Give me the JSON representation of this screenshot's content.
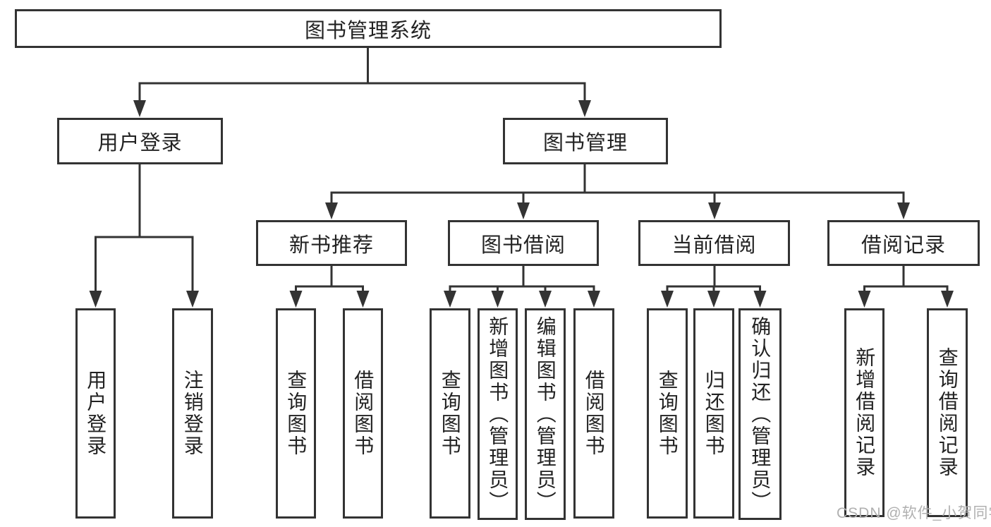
{
  "tree": {
    "root": "图书管理系统",
    "branches": [
      {
        "label": "用户登录",
        "children": [
          {
            "label": "用户登录"
          },
          {
            "label": "注销登录"
          }
        ]
      },
      {
        "label": "图书管理",
        "sections": [
          {
            "label": "新书推荐",
            "children": [
              {
                "label": "查询图书"
              },
              {
                "label": "借阅图书"
              }
            ]
          },
          {
            "label": "图书借阅",
            "children": [
              {
                "label": "查询图书"
              },
              {
                "label": "新增图书（管理员）"
              },
              {
                "label": "编辑图书（管理员）"
              },
              {
                "label": "借阅图书"
              }
            ]
          },
          {
            "label": "当前借阅",
            "children": [
              {
                "label": "查询图书"
              },
              {
                "label": "归还图书"
              },
              {
                "label": "确认归还（管理员）"
              }
            ]
          },
          {
            "label": "借阅记录",
            "children": [
              {
                "label": "新增借阅记录"
              },
              {
                "label": "查询借阅记录"
              }
            ]
          }
        ]
      }
    ]
  },
  "watermark": "CSDN @软件_小贺同学",
  "colors": {
    "line": "#333333",
    "text": "#222222",
    "watermark": "#b0b0b0",
    "background": "#ffffff"
  }
}
